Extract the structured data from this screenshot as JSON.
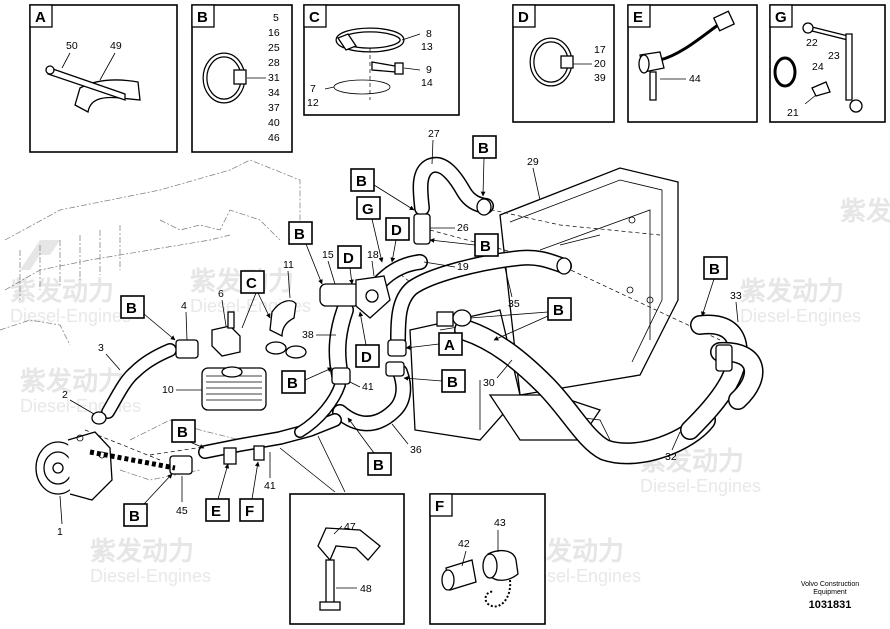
{
  "watermark": {
    "cn": "紫发动力",
    "en": "Diesel-Engines"
  },
  "insets": [
    {
      "letter": "A",
      "numbers": [
        "50",
        "49"
      ]
    },
    {
      "letter": "B",
      "numbers": [
        "5",
        "16",
        "25",
        "28",
        "31",
        "34",
        "37",
        "40",
        "46"
      ]
    },
    {
      "letter": "C",
      "numbers": [
        "8",
        "13",
        "9",
        "14",
        "7",
        "12"
      ]
    },
    {
      "letter": "D",
      "numbers": [
        "17",
        "20",
        "39"
      ]
    },
    {
      "letter": "E",
      "numbers": [
        "44"
      ]
    },
    {
      "letter": "G",
      "numbers": [
        "22",
        "23",
        "24",
        "21"
      ]
    },
    {
      "letter": "",
      "numbers": [
        "47",
        "48"
      ]
    },
    {
      "letter": "F",
      "numbers": [
        "43",
        "42"
      ]
    }
  ],
  "callouts": [
    "B",
    "B",
    "B",
    "G",
    "D",
    "B",
    "D",
    "C",
    "B",
    "B",
    "D",
    "A",
    "B",
    "B",
    "B",
    "B",
    "B",
    "E",
    "F"
  ],
  "part_numbers": [
    "27",
    "29",
    "26",
    "15",
    "18",
    "11",
    "19",
    "35",
    "33",
    "4",
    "6",
    "3",
    "38",
    "2",
    "10",
    "41",
    "30",
    "1",
    "45",
    "41",
    "36",
    "32"
  ],
  "footer": {
    "line1": "Volvo Construction",
    "line2": "Equipment",
    "code": "1031831"
  }
}
